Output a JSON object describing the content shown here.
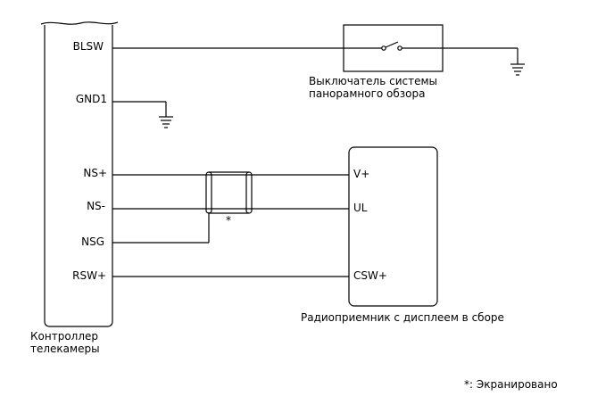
{
  "controller": {
    "title_line1": "Контроллер",
    "title_line2": "телекамеры",
    "pins": {
      "blsw": "BLSW",
      "gnd1": "GND1",
      "ns_plus": "NS+",
      "ns_minus": "NS-",
      "nsg": "NSG",
      "rsw_plus": "RSW+"
    }
  },
  "switch": {
    "label_line1": "Выключатель системы",
    "label_line2": "панорамного обзора"
  },
  "receiver": {
    "label": "Радиоприемник с дисплеем в сборе",
    "pins": {
      "v_plus": "V+",
      "ul": "UL",
      "csw_plus": "CSW+"
    }
  },
  "shield": {
    "marker": "*"
  },
  "footnote": "*: Экранировано"
}
